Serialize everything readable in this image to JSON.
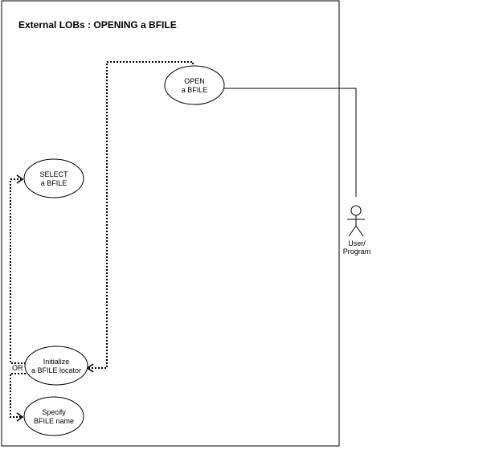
{
  "diagram": {
    "title": "External LOBs : OPENING a BFILE",
    "use_cases": [
      {
        "id": "open",
        "lines": [
          "OPEN",
          "a BFILE"
        ]
      },
      {
        "id": "select",
        "lines": [
          "SELECT",
          "a BFILE"
        ]
      },
      {
        "id": "initialize",
        "lines": [
          "Initialize",
          "a BFILE locator"
        ]
      },
      {
        "id": "specify",
        "lines": [
          "Specify",
          "BFILE name"
        ]
      }
    ],
    "actor": {
      "lines": [
        "User/",
        "Program"
      ]
    },
    "or_label": "OR"
  }
}
